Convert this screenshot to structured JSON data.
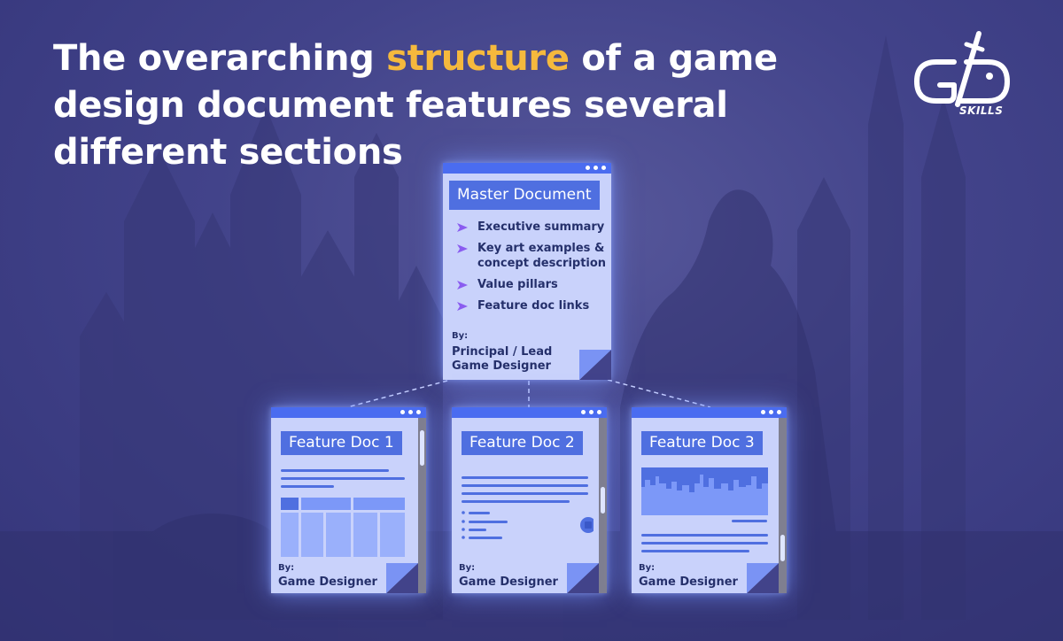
{
  "title": {
    "before": "The overarching ",
    "highlight": "structure",
    "after": " of a game design document features several different sections"
  },
  "logo": {
    "text": "SKILLS"
  },
  "master": {
    "title": "Master Document",
    "items": [
      "Executive summary",
      "Key art examples & concept description",
      "Value pillars",
      "Feature doc links"
    ],
    "by_label": "By:",
    "by_value_line1": "Principal / Lead",
    "by_value_line2": "Game Designer"
  },
  "features": [
    {
      "title": "Feature Doc 1",
      "by_label": "By:",
      "by_value": "Game Designer"
    },
    {
      "title": "Feature Doc 2",
      "by_label": "By:",
      "by_value": "Game Designer"
    },
    {
      "title": "Feature Doc 3",
      "by_label": "By:",
      "by_value": "Game Designer"
    }
  ],
  "colors": {
    "accent": "#f5b93d",
    "doc_bar": "#4a6cf0",
    "doc_body": "#c9d2fb",
    "text_dark": "#25306b",
    "background": "#42438a"
  }
}
